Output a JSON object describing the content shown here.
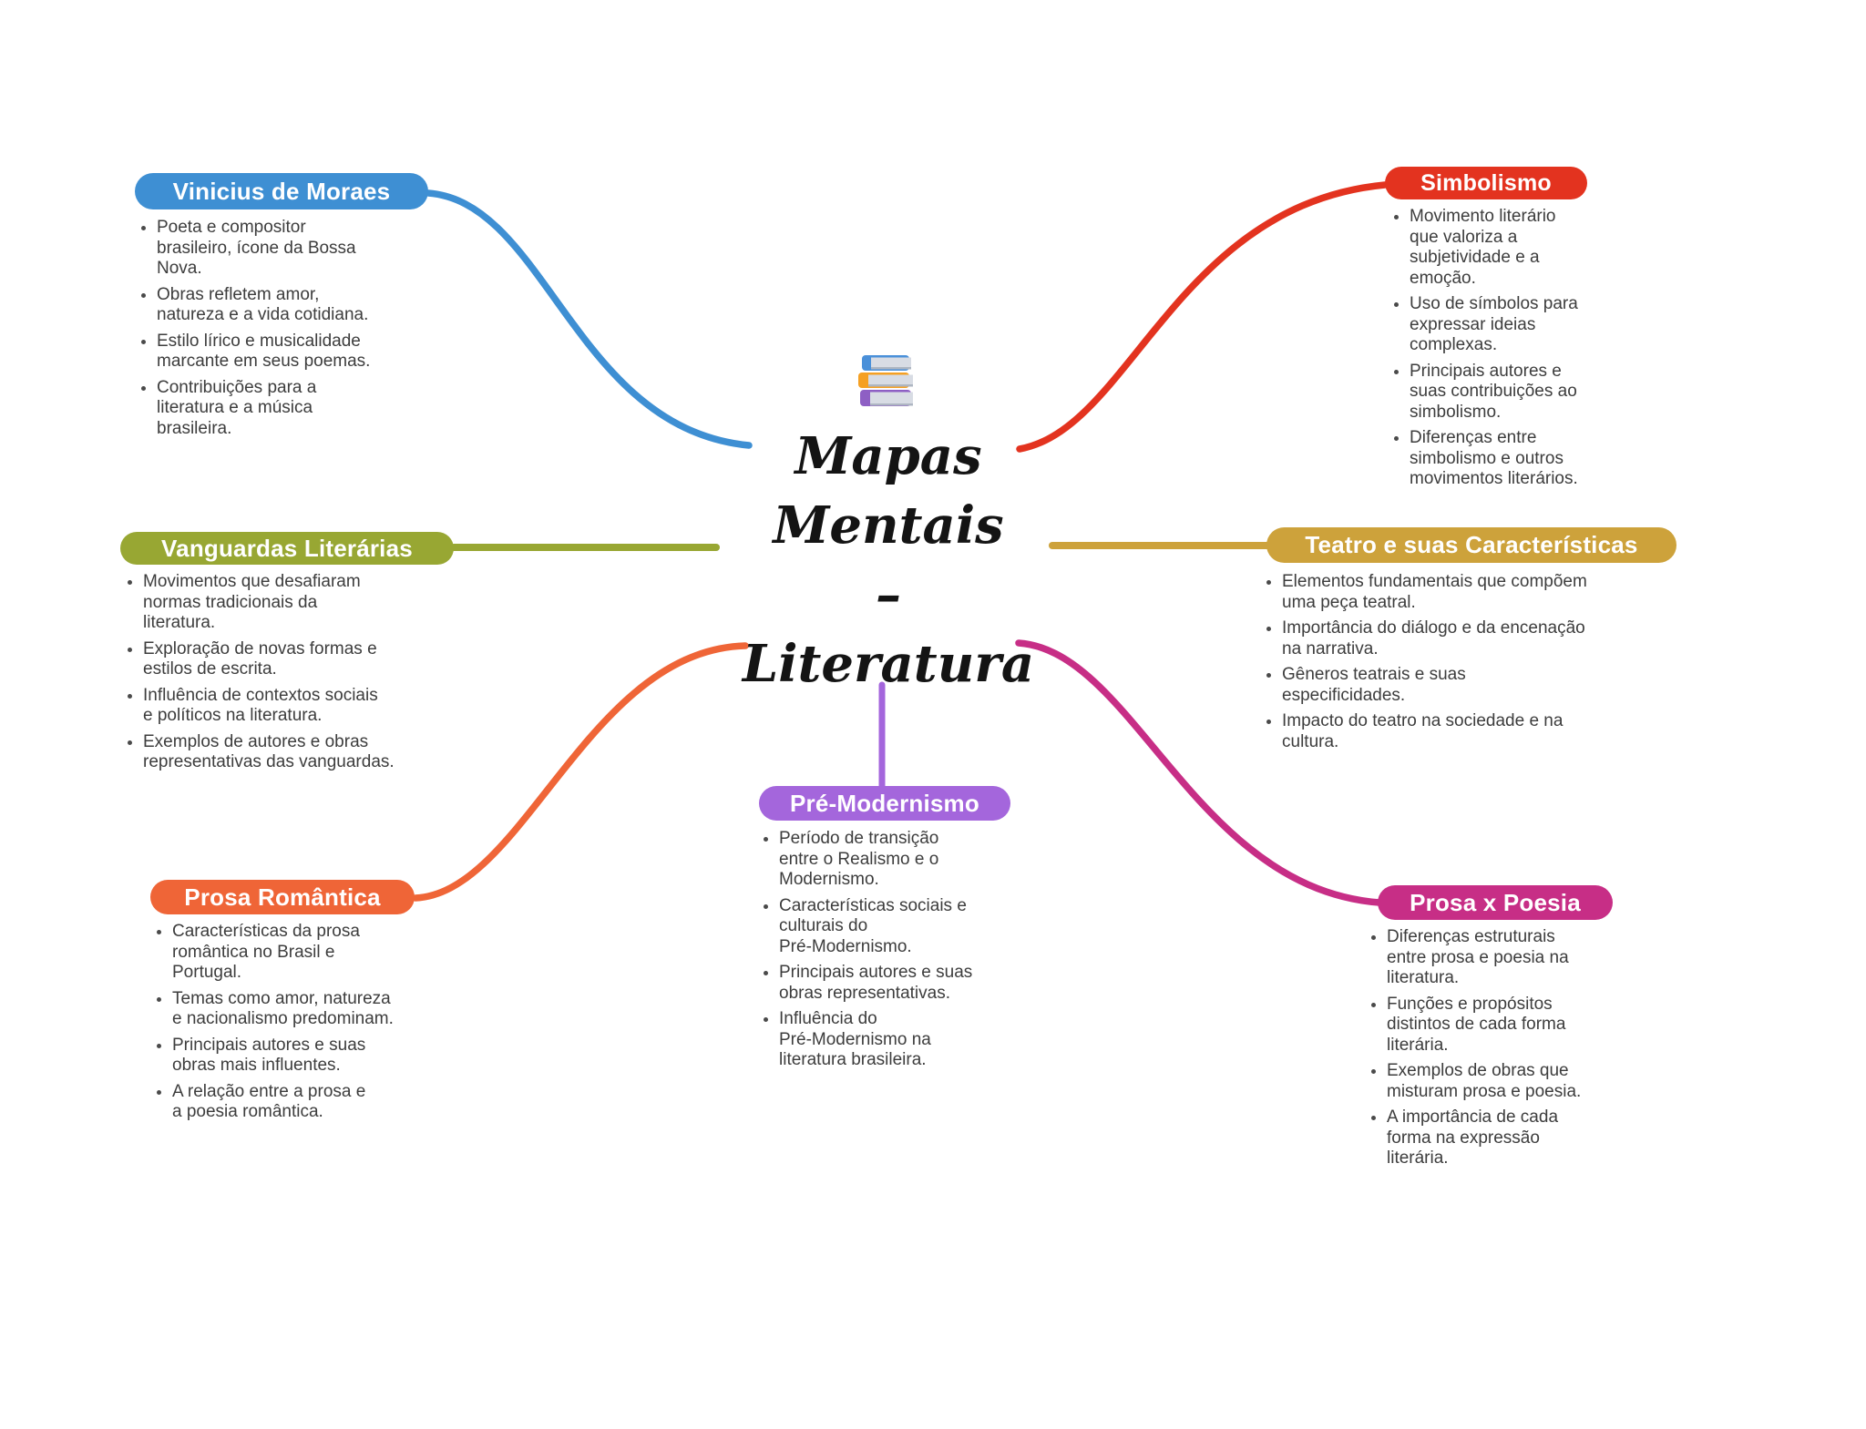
{
  "center": {
    "icon": "books-icon",
    "title_lines": [
      "Mapas",
      "Mentais",
      "–",
      "Literatura"
    ],
    "book_colors": {
      "top": "#4a90d9",
      "middle": "#f5a023",
      "bottom": "#8e5fc4",
      "pages": "#d8dce4"
    }
  },
  "nodes": [
    {
      "id": "vinicius-de-moraes",
      "title": "Vinicius de Moraes",
      "color": "#3E8FD3",
      "bullets": [
        "Poeta e compositor\nbrasileiro, ícone da Bossa\nNova.",
        "Obras refletem amor,\nnatureza e a vida cotidiana.",
        "Estilo lírico e musicalidade\nmarcante em seus poemas.",
        "Contribuições para a\nliteratura e a música\nbrasileira."
      ]
    },
    {
      "id": "vanguardas-literarias",
      "title": "Vanguardas Literárias",
      "color": "#98A733",
      "bullets": [
        "Movimentos que desafiaram\nnormas tradicionais da\nliteratura.",
        "Exploração de novas formas e\nestilos de escrita.",
        "Influência de contextos sociais\ne políticos na literatura.",
        "Exemplos de autores e obras\nrepresentativas das vanguardas."
      ]
    },
    {
      "id": "prosa-romantica",
      "title": "Prosa Romântica",
      "color": "#EF6537",
      "bullets": [
        "Características da prosa\nromântica no Brasil e\nPortugal.",
        "Temas como amor, natureza\ne nacionalismo predominam.",
        "Principais autores e suas\nobras mais influentes.",
        "A relação entre a prosa e\na poesia romântica."
      ]
    },
    {
      "id": "simbolismo",
      "title": "Simbolismo",
      "color": "#E3331F",
      "bullets": [
        "Movimento literário\nque valoriza a\nsubjetividade e a\nemoção.",
        "Uso de símbolos para\nexpressar ideias\ncomplexas.",
        "Principais autores e\nsuas contribuições ao\nsimbolismo.",
        "Diferenças entre\nsimbolismo e outros\nmovimentos literários."
      ]
    },
    {
      "id": "teatro-e-suas-caracteristicas",
      "title": "Teatro e suas Características",
      "color": "#CDA23B",
      "bullets": [
        "Elementos fundamentais que compõem\numa peça teatral.",
        "Importância do diálogo e da encenação\nna narrativa.",
        "Gêneros teatrais e suas\nespecificidades.",
        "Impacto do teatro na sociedade e na\ncultura."
      ]
    },
    {
      "id": "prosa-x-poesia",
      "title": "Prosa x Poesia",
      "color": "#C72E86",
      "bullets": [
        "Diferenças estruturais\nentre prosa e poesia na\nliteratura.",
        "Funções e propósitos\ndistintos de cada forma\nliterária.",
        "Exemplos de obras que\nmisturam prosa e poesia.",
        "A importância de cada\nforma na expressão\nliterária."
      ]
    },
    {
      "id": "pre-modernismo",
      "title": "Pré-Modernismo",
      "color": "#A466DC",
      "bullets": [
        "Período de transição\nentre o Realismo e o\nModernismo.",
        "Características sociais e\nculturais do\nPré-Modernismo.",
        "Principais autores e suas\nobras representativas.",
        "Influência do\nPré-Modernismo na\nliteratura brasileira."
      ]
    }
  ]
}
